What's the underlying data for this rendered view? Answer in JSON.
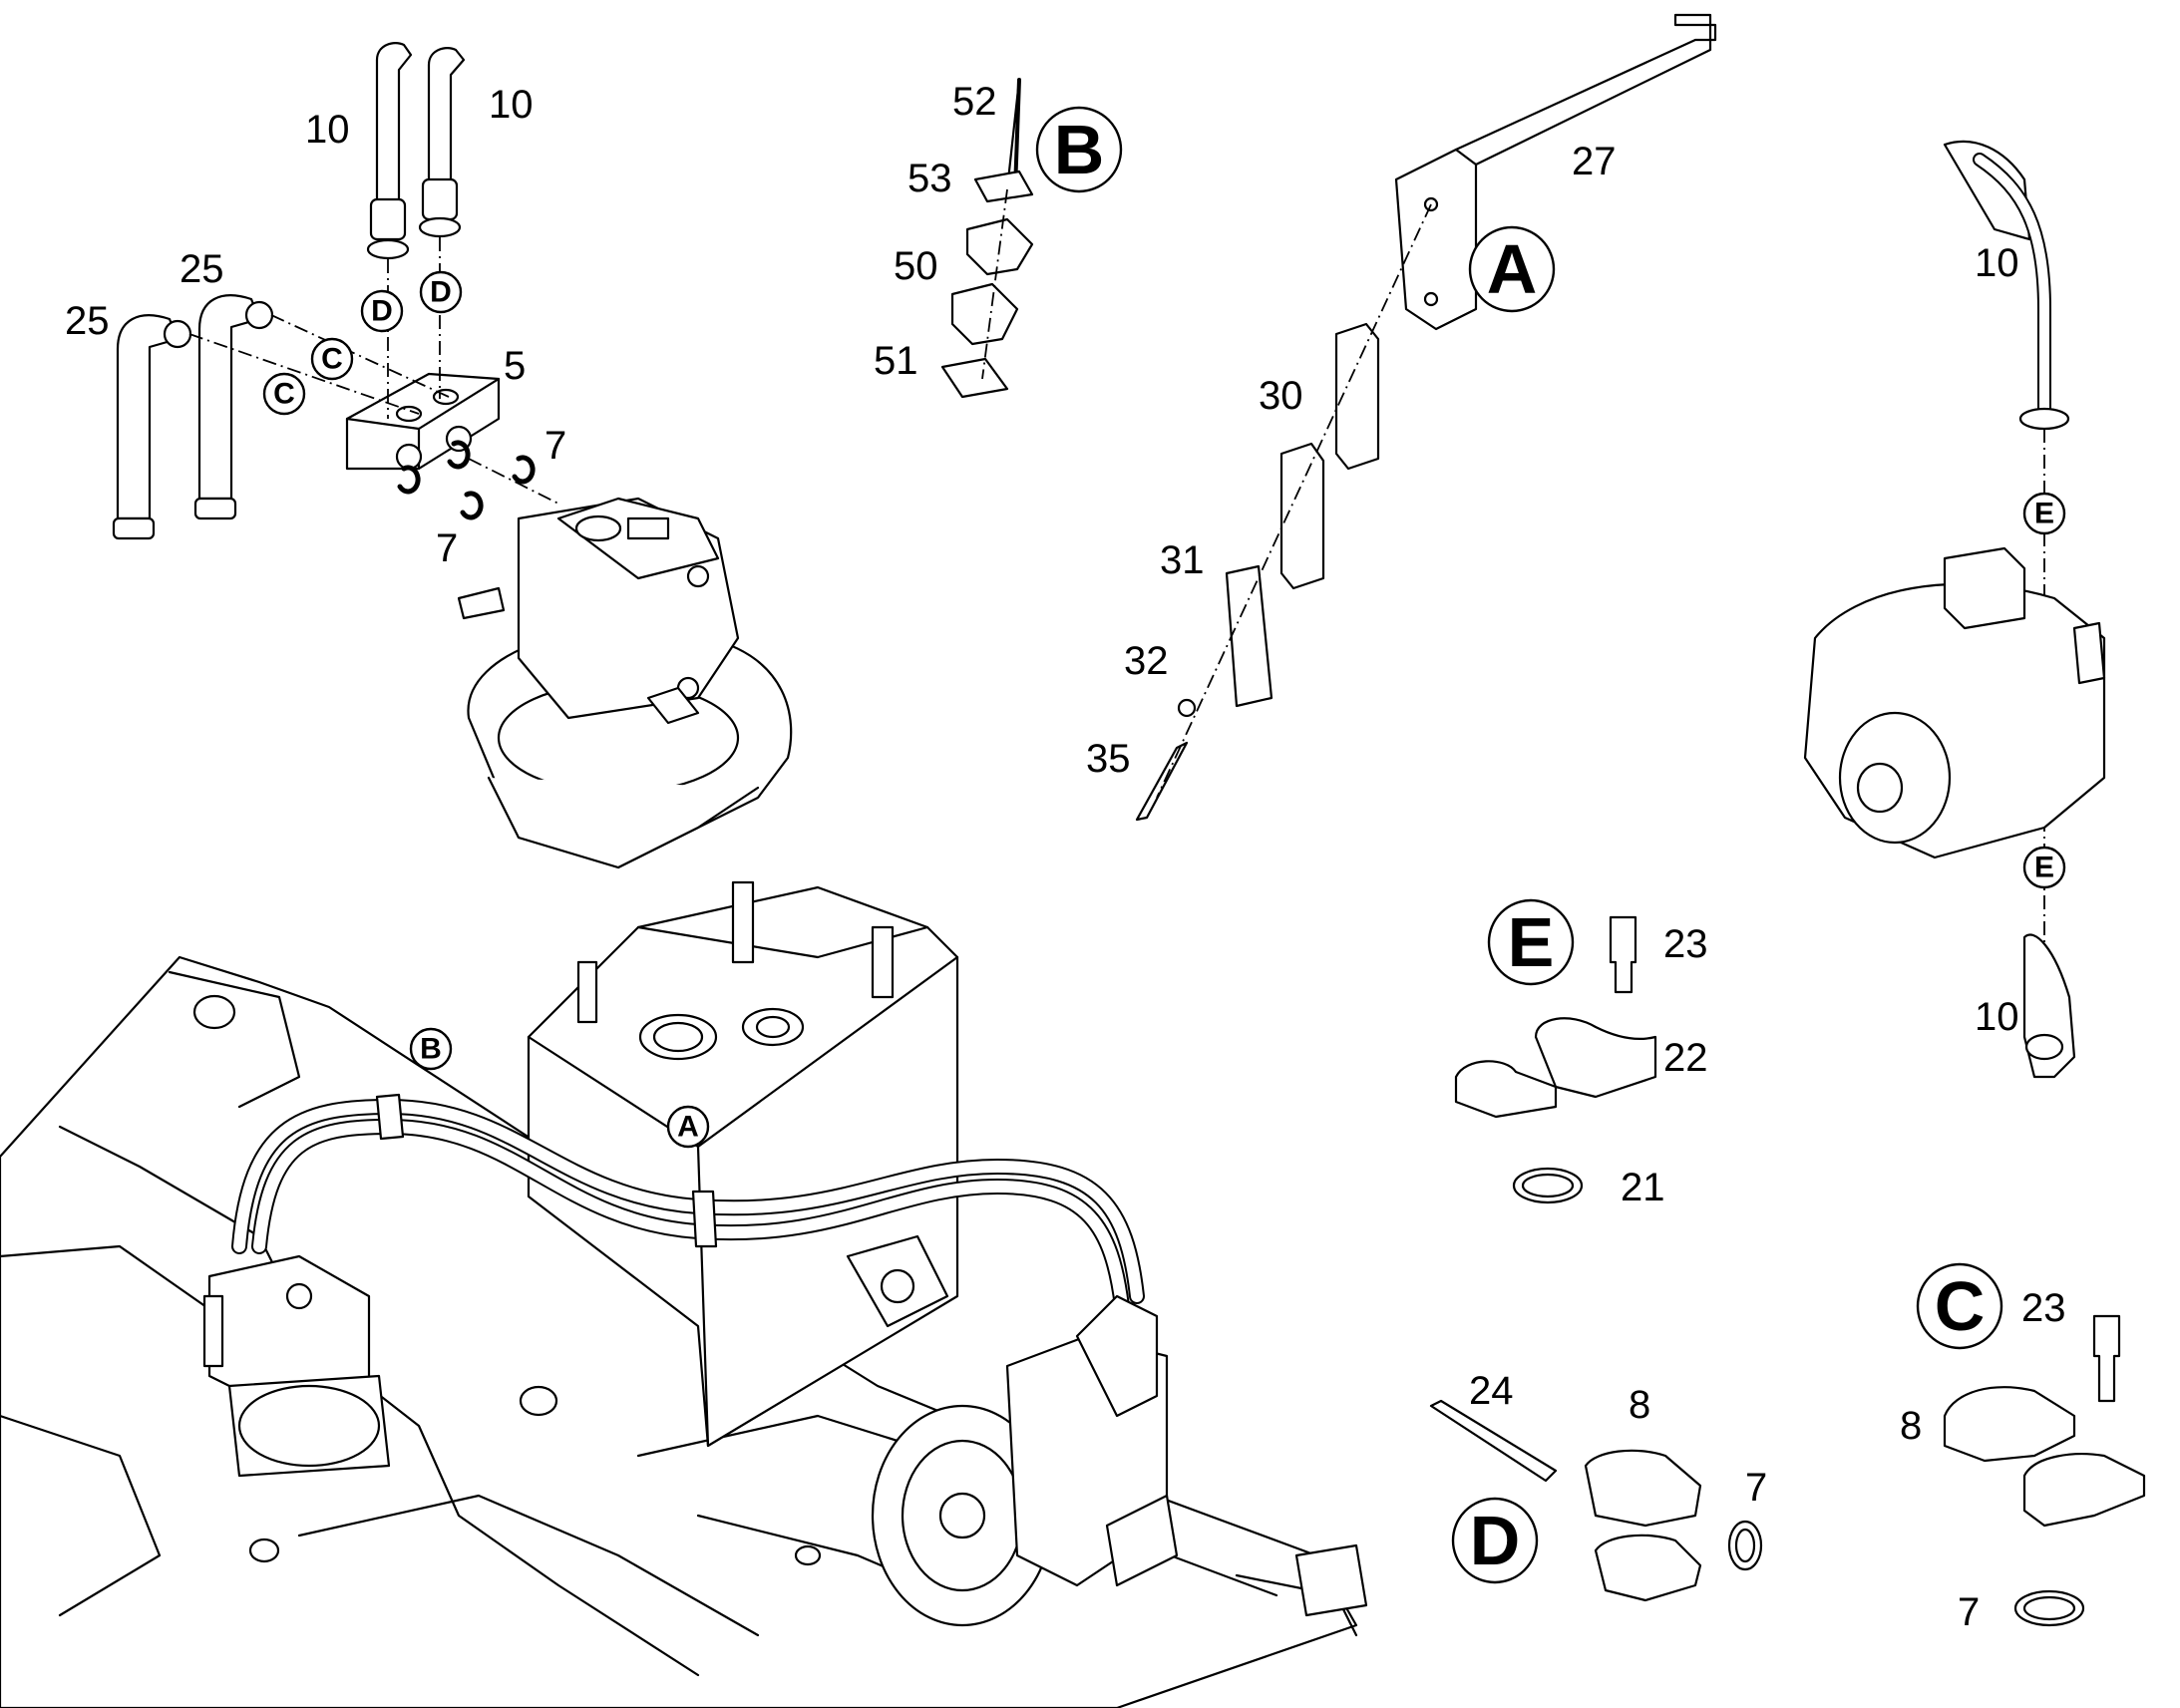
{
  "diagram": {
    "type": "exploded-parts-diagram",
    "part_labels": [
      "10",
      "10",
      "25",
      "25",
      "5",
      "7",
      "7",
      "52",
      "53",
      "50",
      "51",
      "27",
      "30",
      "31",
      "32",
      "35",
      "10",
      "10",
      "23",
      "22",
      "21",
      "24",
      "8",
      "7",
      "23",
      "8",
      "7"
    ],
    "detail_letters": {
      "A": "A",
      "B": "B",
      "C": "C",
      "D": "D",
      "E": "E"
    }
  }
}
